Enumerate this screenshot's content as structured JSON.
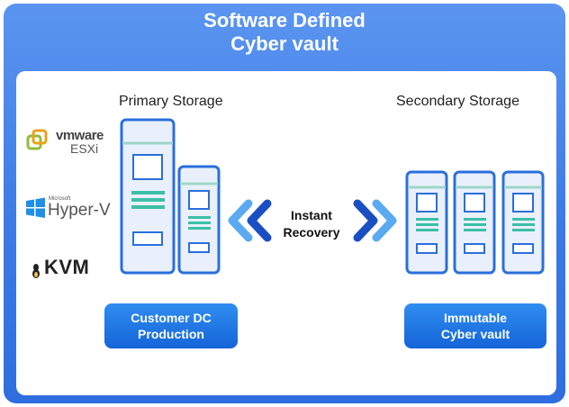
{
  "title": {
    "line1": "Software Defined",
    "line2": "Cyber vault"
  },
  "primary_label": "Primary Storage",
  "secondary_label": "Secondary Storage",
  "hypervisors": {
    "vmware_brand": "vmware",
    "vmware_product": "ESXi",
    "microsoft_small": "Microsoft",
    "hyperv": "Hyper-V",
    "kvm": "KVM"
  },
  "center_text": {
    "line1": "Instant",
    "line2": "Recovery"
  },
  "customer_button": {
    "line1": "Customer DC",
    "line2": "Production"
  },
  "immutable_button": {
    "line1": "Immutable",
    "line2": "Cyber vault"
  },
  "colors": {
    "accent": "#3d7ae6",
    "server_outline": "#2a6fdc",
    "server_fill": "#e9f0fb",
    "teal": "#3bbfa6"
  }
}
